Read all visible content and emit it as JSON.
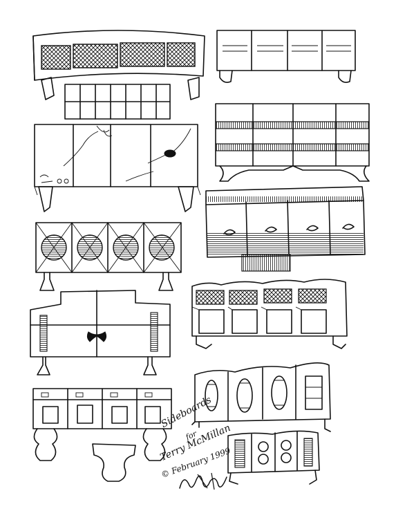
{
  "sheet": {
    "title": "Sideboards",
    "for_line": "for",
    "client": "Terry McMillan",
    "date": "© February 1999",
    "signature": "signature"
  },
  "sketches": [
    "sideboard-caned-arched",
    "sideboard-four-panel-bun-feet",
    "sideboard-square-grid-top",
    "sideboard-banded-scroll-apron",
    "sideboard-painted-bird-screen",
    "sideboard-pleated-wave",
    "sideboard-porthole-doors",
    "sideboard-lattice-frieze",
    "sideboard-stepped-banded",
    "sideboard-lyre-doors",
    "sideboard-drawer-bank-turned-legs",
    "sideboard-small-lyre-doors",
    "pedestal-base-profile"
  ]
}
